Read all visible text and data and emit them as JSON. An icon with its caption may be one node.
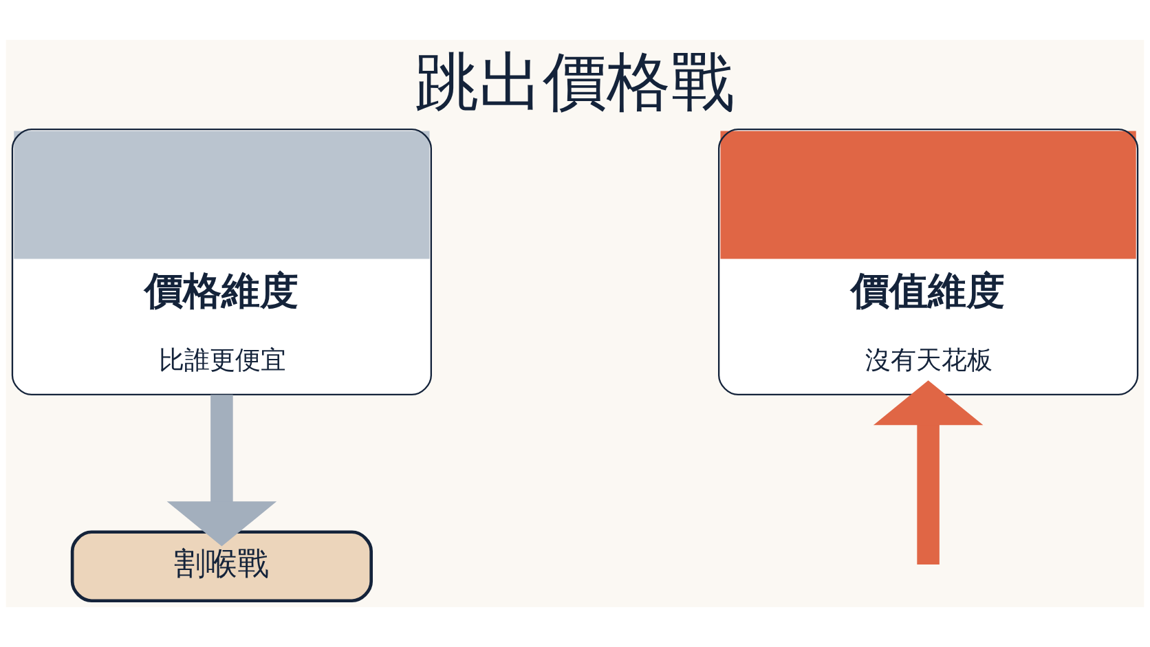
{
  "diagram": {
    "title": "跳出價格戰",
    "nodes": [
      {
        "text": [
          "價格維度",
          "比誰更便宜"
        ]
      },
      {
        "text": [
          "割喉戰"
        ]
      },
      {
        "text": [
          "價值維度",
          "沒有天花板"
        ]
      }
    ],
    "edges": [
      {
        "from": 0,
        "to": 1,
        "arrow": "to",
        "color": "#a3afbd"
      },
      {
        "from": null,
        "to": 2,
        "arrow": "to",
        "color": "#e06645"
      }
    ]
  }
}
